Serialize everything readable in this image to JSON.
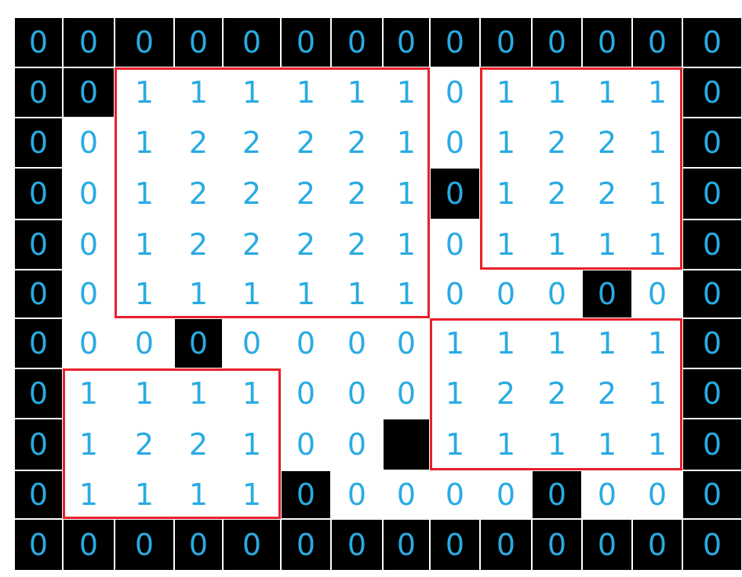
{
  "diagram": {
    "rows": [
      [
        "0",
        "0",
        "0",
        "0",
        "0",
        "0",
        "0",
        "0",
        "0",
        "0",
        "0",
        "0",
        "0",
        "0"
      ],
      [
        "0",
        "0",
        "1",
        "1",
        "1",
        "1",
        "1",
        "1",
        "0",
        "1",
        "1",
        "1",
        "1",
        "0"
      ],
      [
        "0",
        "0",
        "1",
        "2",
        "2",
        "2",
        "2",
        "1",
        "0",
        "1",
        "2",
        "2",
        "1",
        "0"
      ],
      [
        "0",
        "0",
        "1",
        "2",
        "2",
        "2",
        "2",
        "1",
        "0",
        "1",
        "2",
        "2",
        "1",
        "0"
      ],
      [
        "0",
        "0",
        "1",
        "2",
        "2",
        "2",
        "2",
        "1",
        "0",
        "1",
        "1",
        "1",
        "1",
        "0"
      ],
      [
        "0",
        "0",
        "1",
        "1",
        "1",
        "1",
        "1",
        "1",
        "0",
        "0",
        "0",
        "0",
        "0",
        "0"
      ],
      [
        "0",
        "0",
        "0",
        "0",
        "0",
        "0",
        "0",
        "0",
        "1",
        "1",
        "1",
        "1",
        "1",
        "0"
      ],
      [
        "0",
        "1",
        "1",
        "1",
        "1",
        "0",
        "0",
        "0",
        "1",
        "2",
        "2",
        "2",
        "1",
        "0"
      ],
      [
        "0",
        "1",
        "2",
        "2",
        "1",
        "0",
        "0",
        "",
        "1",
        "1",
        "1",
        "1",
        "1",
        "0"
      ],
      [
        "0",
        "1",
        "1",
        "1",
        "1",
        "0",
        "0",
        "0",
        "0",
        "0",
        "0",
        "0",
        "0",
        "0"
      ],
      [
        "0",
        "0",
        "0",
        "0",
        "0",
        "0",
        "0",
        "0",
        "0",
        "0",
        "0",
        "0",
        "0",
        "0"
      ]
    ],
    "black_cells": [
      [
        0,
        0
      ],
      [
        0,
        1
      ],
      [
        0,
        2
      ],
      [
        0,
        3
      ],
      [
        0,
        4
      ],
      [
        0,
        5
      ],
      [
        0,
        6
      ],
      [
        0,
        7
      ],
      [
        0,
        8
      ],
      [
        0,
        9
      ],
      [
        0,
        10
      ],
      [
        0,
        11
      ],
      [
        0,
        12
      ],
      [
        0,
        13
      ],
      [
        1,
        0
      ],
      [
        1,
        1
      ],
      [
        1,
        13
      ],
      [
        2,
        0
      ],
      [
        2,
        13
      ],
      [
        3,
        0
      ],
      [
        3,
        8
      ],
      [
        3,
        13
      ],
      [
        4,
        0
      ],
      [
        4,
        13
      ],
      [
        5,
        0
      ],
      [
        5,
        11
      ],
      [
        5,
        13
      ],
      [
        6,
        0
      ],
      [
        6,
        3
      ],
      [
        6,
        13
      ],
      [
        7,
        0
      ],
      [
        7,
        13
      ],
      [
        8,
        0
      ],
      [
        8,
        7
      ],
      [
        8,
        13
      ],
      [
        9,
        0
      ],
      [
        9,
        5
      ],
      [
        9,
        10
      ],
      [
        9,
        13
      ],
      [
        10,
        0
      ],
      [
        10,
        1
      ],
      [
        10,
        2
      ],
      [
        10,
        3
      ],
      [
        10,
        4
      ],
      [
        10,
        5
      ],
      [
        10,
        6
      ],
      [
        10,
        7
      ],
      [
        10,
        8
      ],
      [
        10,
        9
      ],
      [
        10,
        10
      ],
      [
        10,
        11
      ],
      [
        10,
        12
      ],
      [
        10,
        13
      ]
    ],
    "boxes": [
      {
        "r0": 1,
        "c0": 2,
        "r1": 5,
        "c1": 7
      },
      {
        "r0": 1,
        "c0": 9,
        "r1": 4,
        "c1": 12
      },
      {
        "r0": 6,
        "c0": 8,
        "r1": 8,
        "c1": 12
      },
      {
        "r0": 7,
        "c0": 1,
        "r1": 9,
        "c1": 4
      }
    ],
    "colors": {
      "digit": "#29abe2",
      "black": "#000000",
      "white": "#ffffff",
      "box": "#e8202a"
    }
  }
}
